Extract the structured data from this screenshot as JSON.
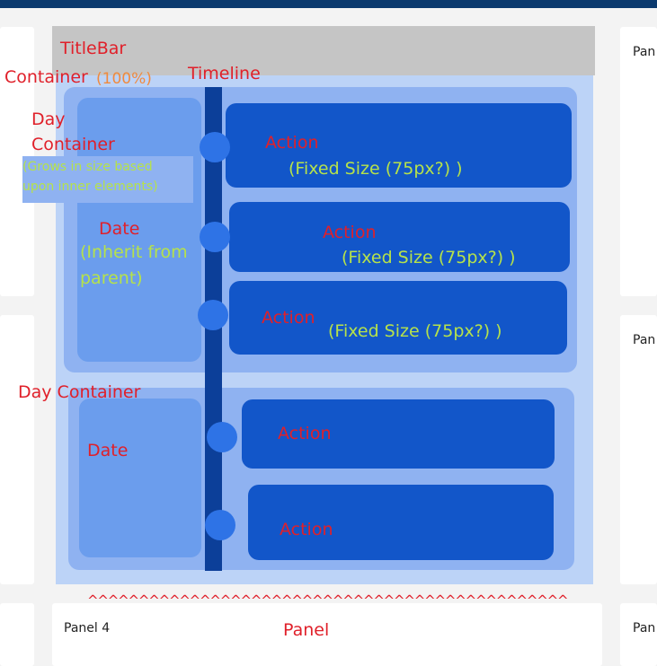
{
  "labels": {
    "titlebar": "TitleBar",
    "container": "Container",
    "container_width": "(100%)",
    "timeline": "Timeline",
    "day_container_1_line1": "Day",
    "day_container_1_line2": "Container",
    "day_container_1_note_line1": "(Grows in size based",
    "day_container_1_note_line2": "upon inner elements)",
    "date_1": "Date",
    "date_1_note_line1": "(Inherit from",
    "date_1_note_line2": "parent)",
    "actions_day1": [
      {
        "label": "Action",
        "note": "(Fixed Size (75px?) )"
      },
      {
        "label": "Action",
        "note": "(Fixed Size (75px?) )"
      },
      {
        "label": "Action",
        "note": "(Fixed Size (75px?) )"
      }
    ],
    "day_container_2": "Day Container",
    "date_2": "Date",
    "actions_day2": [
      {
        "label": "Action"
      },
      {
        "label": "Action"
      }
    ],
    "panel_marker": "^^^^^^^^^^^^^^^^^^^^^^^^^^^^^^^^^^^^^^^^^^^^^^^",
    "panel": "Panel"
  },
  "panels": {
    "bottom_panel": "Panel 4",
    "right_panel_1": "Pan",
    "right_panel_2": "Pan",
    "right_panel_3": "Pan"
  },
  "colors": {
    "header": "#0b3a6e",
    "container": "#bcd3f7",
    "day_container": "#8fb2f1",
    "date_box": "#6b9ded",
    "timeline": "#0c3f99",
    "action": "#1256c9",
    "timeline_dot": "#2e73e6",
    "label_red": "#e0202a",
    "note_green": "#b6e24a",
    "note_orange": "#f08a3e"
  }
}
